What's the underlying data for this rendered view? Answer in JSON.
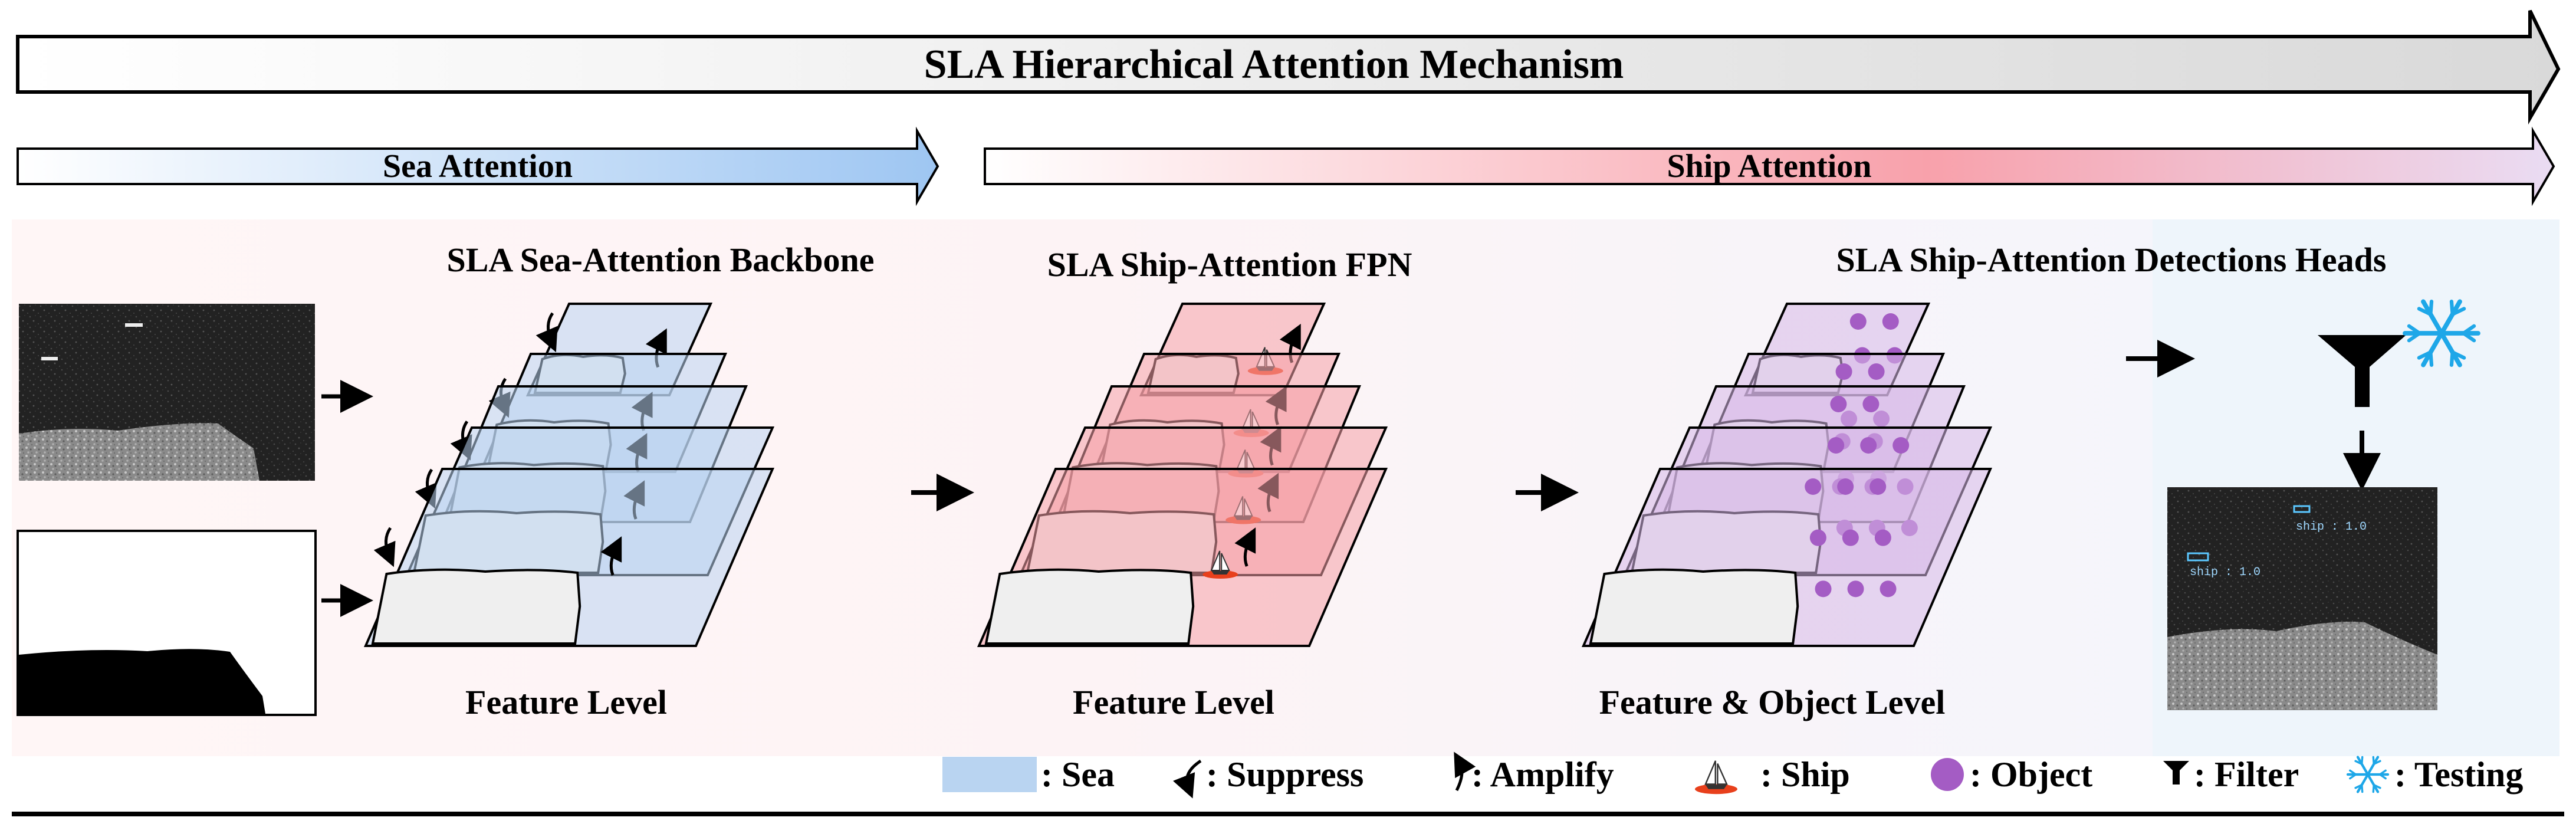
{
  "header": {
    "title": "SLA Hierarchical Attention Mechanism",
    "sea_attention": "Sea Attention",
    "ship_attention": "Ship Attention"
  },
  "stages": {
    "backbone": {
      "title": "SLA Sea-Attention Backbone",
      "level": "Feature Level"
    },
    "fpn": {
      "title": "SLA Ship-Attention FPN",
      "level": "Feature Level"
    },
    "heads": {
      "title": "SLA Ship-Attention Detections Heads",
      "level": "Feature & Object Level"
    }
  },
  "detections": [
    "ship : 1.0",
    "ship : 1.0"
  ],
  "legend": {
    "sea": ": Sea",
    "suppress": ": Suppress",
    "amplify": ": Amplify",
    "ship": ": Ship",
    "object": ": Object",
    "filter": ": Filter",
    "testing": ": Testing"
  },
  "colors": {
    "sea": "#b9d4f1",
    "ship": "#f6a0a8",
    "object": "#a45cc4",
    "testing": "#1ea7e8",
    "ship_marker": "#e8401c"
  }
}
